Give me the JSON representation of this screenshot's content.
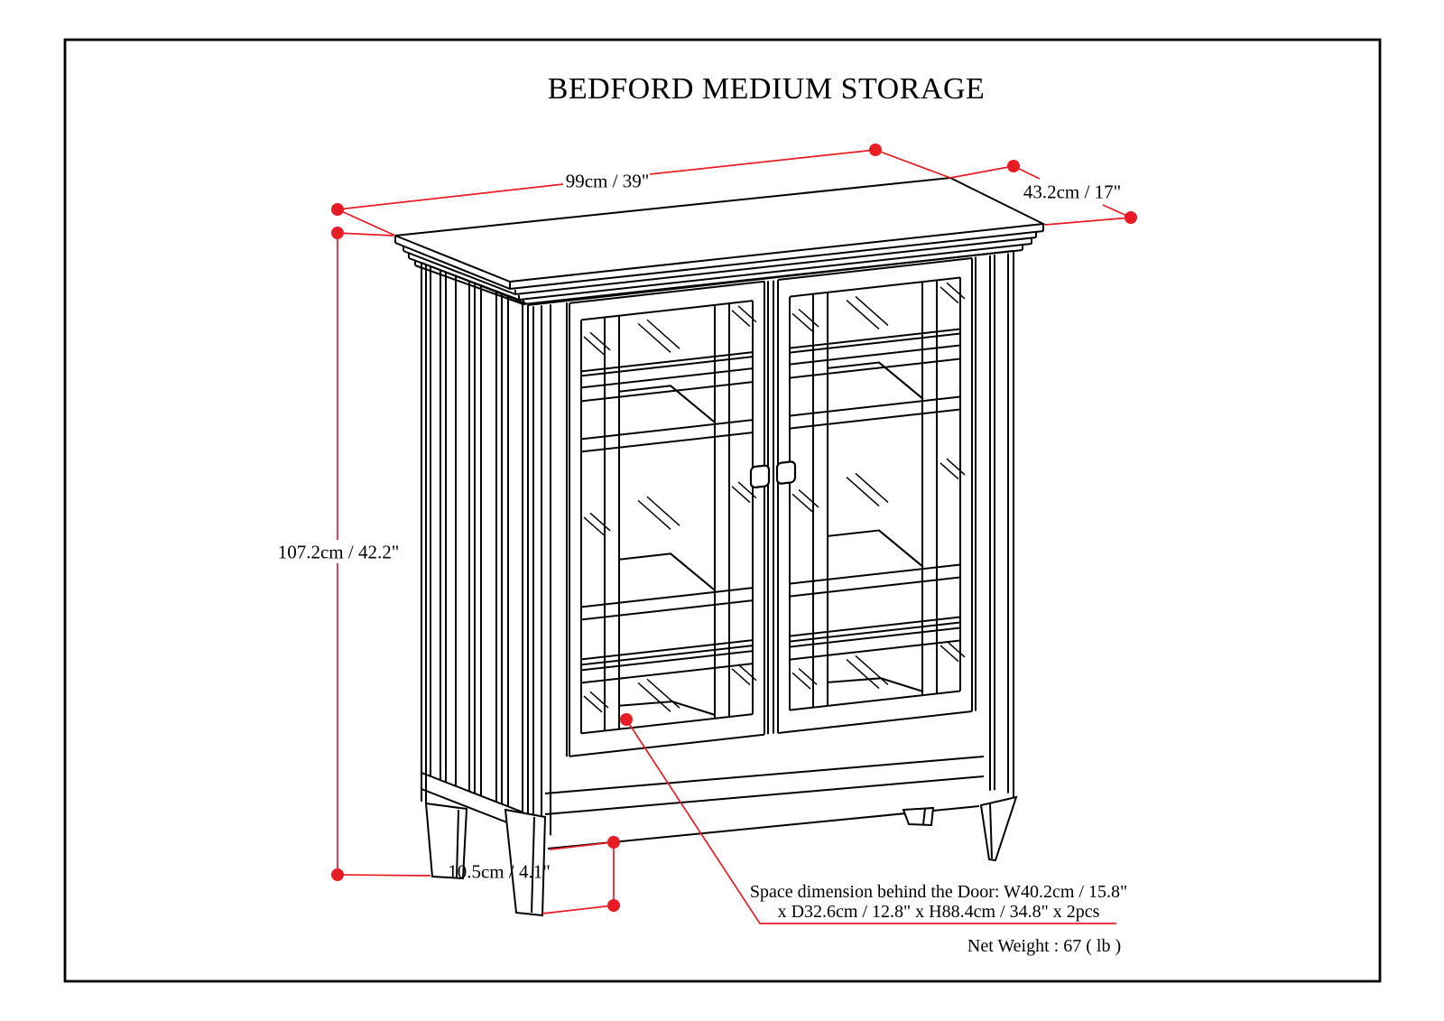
{
  "title": "BEDFORD MEDIUM STORAGE",
  "dimensions": {
    "width_label": "99cm / 39\"",
    "depth_label": "43.2cm / 17\"",
    "height_label": "107.2cm / 42.2\"",
    "leg_height_label": "10.5cm / 4.1\""
  },
  "notes": {
    "interior_space_line1": "Space dimension behind the Door: W40.2cm / 15.8\"",
    "interior_space_line2": "x D32.6cm / 12.8\" x H88.4cm / 34.8\" x 2pcs",
    "net_weight": "Net Weight : 67 ( lb )"
  },
  "colors": {
    "dimension_accent": "#e81c24",
    "drawing_line": "#000000",
    "background": "#ffffff"
  }
}
